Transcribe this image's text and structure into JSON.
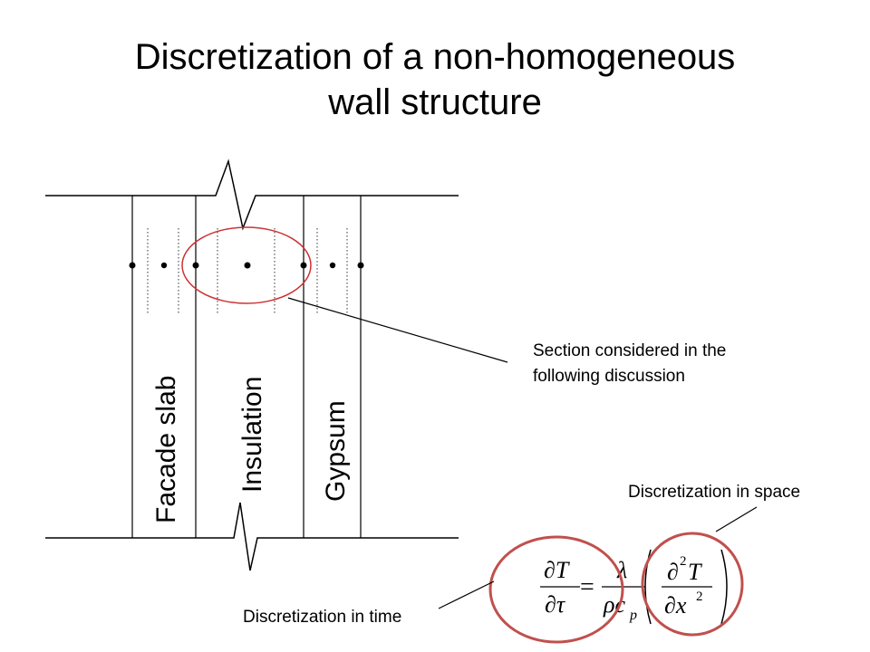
{
  "title": {
    "line1": "Discretization of a non-homogeneous",
    "line2": "wall structure"
  },
  "layers": [
    "Facade slab",
    "Insulation",
    "Gypsum"
  ],
  "annotations": {
    "section": [
      "Section considered in the",
      "following discussion"
    ],
    "space": "Discretization in space",
    "time": "Discretization in time"
  },
  "equation": {
    "lhs_num": "∂T",
    "lhs_den": "∂τ",
    "equals": "=",
    "coef_num": "λ",
    "coef_den_rho": "ρc",
    "coef_den_sub": "p",
    "rhs_num": "∂",
    "rhs_num_sup": "2",
    "rhs_num_var": "T",
    "rhs_den": "∂x",
    "rhs_den_sup": "2"
  },
  "colors": {
    "highlight": "#c0504d",
    "ellipse_stroke": "#cc3333",
    "ink": "#000000"
  }
}
